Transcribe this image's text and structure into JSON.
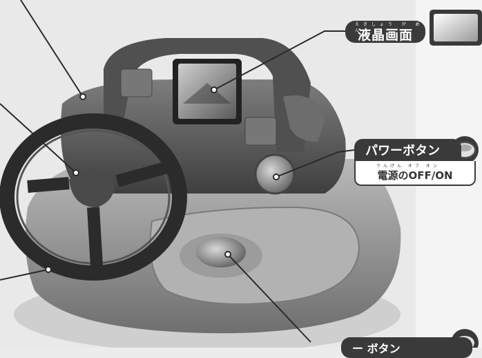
{
  "callouts": {
    "lcd": {
      "label": "液晶画面",
      "furigana": "えきしょう が めん"
    },
    "power": {
      "label": "パワーボタン",
      "sub_label": "電源のOFF/ON",
      "sub_furigana": "でんげん オフ オン"
    },
    "bottom": {
      "label": "ー ボタン"
    }
  },
  "colors": {
    "label_bg": "#3a3a3a",
    "label_text": "#ffffff",
    "page_bg": "#ececec",
    "right_panel": "#f4f4f4",
    "toy_body": "#9a9a9a",
    "steering_wheel": "#2b2b2b"
  },
  "icons": {
    "lcd_icon": "lcd-screen-icon",
    "power_icon": "power-button-icon",
    "bottom_icon": "round-button-icon"
  }
}
